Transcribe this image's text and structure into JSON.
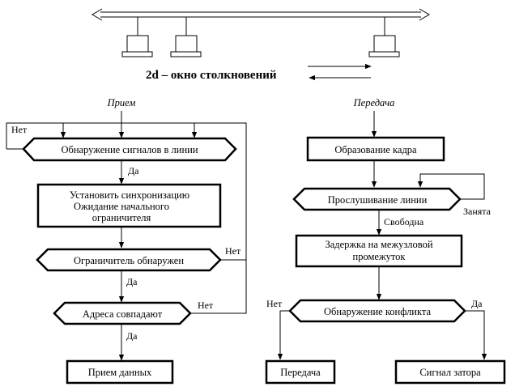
{
  "collision_window": "2d – окно столкновений",
  "receive": {
    "title": "Прием",
    "detect_signals": "Обнаружение сигналов в линии",
    "no_label": "Нет",
    "yes_label_1": "Да",
    "sync_lines": [
      "Установить синхронизацию",
      "Ожидание начального",
      "ограничителя"
    ],
    "delimiter_detected": "Ограничитель обнаружен",
    "no_label_2": "Нет",
    "yes_label_2": "Да",
    "addresses_match": "Адреса совпадают",
    "no_label_3": "Нет",
    "yes_label_3": "Да",
    "receive_data": "Прием данных"
  },
  "transmit": {
    "title": "Передача",
    "frame_forming": "Образование кадра",
    "listen_line": "Прослушивание линии",
    "busy_label": "Занята",
    "free_label": "Свободна",
    "delay_lines": [
      "Задержка на межузловой",
      "промежуток"
    ],
    "conflict_detect": "Обнаружение конфликта",
    "no_label": "Нет",
    "yes_label": "Да",
    "transmit_box": "Передача",
    "jam_signal": "Сигнал затора"
  }
}
